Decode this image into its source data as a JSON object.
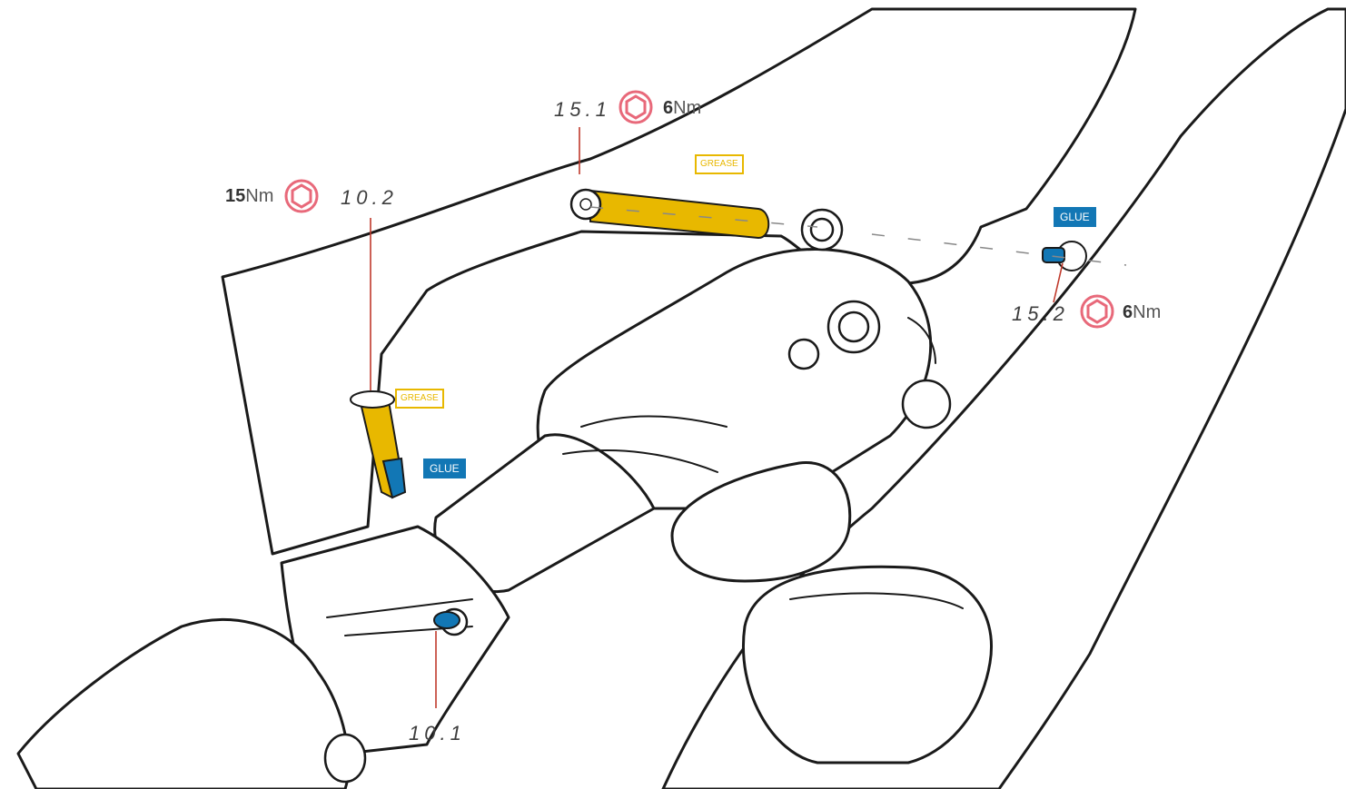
{
  "colors": {
    "grease": "#E8B800",
    "glue": "#1277B5",
    "torque_icon": "#E8697A",
    "leader": "#C0392B",
    "outline": "#1A1A1A"
  },
  "icons": [
    "hex-socket-icon",
    "grease-tag-icon",
    "glue-tag-icon"
  ],
  "labels": {
    "ref_15_1": "15.1",
    "ref_15_2": "15.2",
    "ref_10_2": "10.2",
    "ref_10_1": "10.1",
    "torque_15_1_value": "6",
    "torque_15_2_value": "6",
    "torque_10_2_value": "15",
    "torque_unit": "Nm",
    "grease": "GREASE",
    "glue": "GLUE"
  }
}
